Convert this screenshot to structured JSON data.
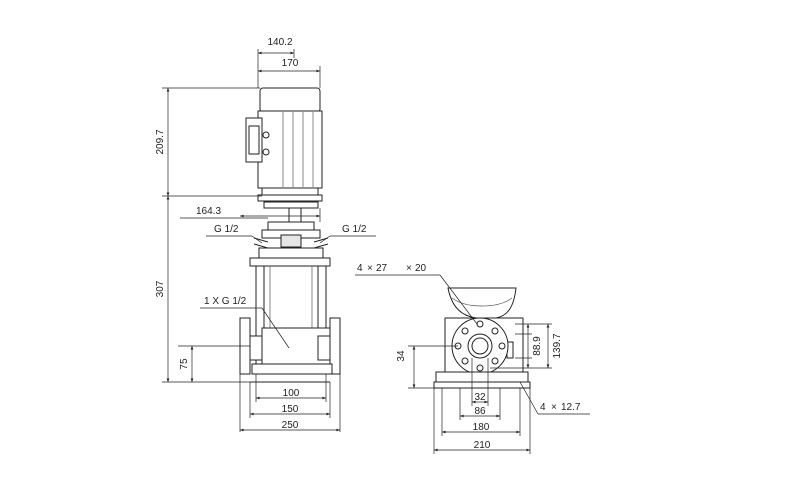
{
  "front_view": {
    "dim_140_2": "140.2",
    "dim_170": "170",
    "dim_209_7": "209.7",
    "dim_164_3": "164.3",
    "port_left": "G 1/2",
    "port_right": "G 1/2",
    "drain_port": "1 X G 1/2",
    "dim_307": "307",
    "dim_75": "75",
    "dim_100": "100",
    "dim_150": "150",
    "dim_250": "250"
  },
  "side_view": {
    "bolt_count": "4",
    "bolt_size": "27",
    "bolt_length": "20",
    "times_symbol": "×",
    "dim_88_9": "88.9",
    "dim_139_7": "139.7",
    "dim_34": "34",
    "dim_32": "32",
    "dim_86": "86",
    "dim_180": "180",
    "dim_210": "210",
    "hole_count": "4",
    "hole_size": "12.7"
  }
}
